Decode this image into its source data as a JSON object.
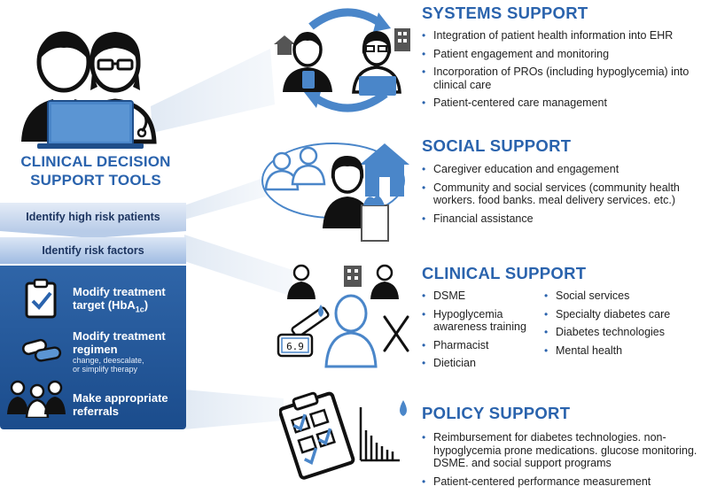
{
  "left": {
    "title_line1": "CLINICAL DECISION",
    "title_line2": "SUPPORT TOOLS",
    "band1": "Identify high risk patients",
    "band2": "Identify risk factors",
    "tools": [
      {
        "label_line1": "Modify treatment",
        "label_line2": "target (HbA",
        "label_sub": "1c",
        "label_end": ")",
        "icon": "clipboard-check-icon"
      },
      {
        "label_line1": "Modify treatment",
        "label_line2": "regimen",
        "note_line1": "change, deescalate,",
        "note_line2": "or simplify therapy",
        "icon": "pills-icon"
      },
      {
        "label_line1": "Make appropriate",
        "label_line2": "referrals",
        "icon": "care-team-icon"
      }
    ]
  },
  "sections": {
    "systems": {
      "title": "SYSTEMS SUPPORT",
      "items": [
        "Integration of patient health information into EHR",
        "Patient engagement and monitoring",
        "Incorporation of PROs (including hypoglycemia) into clinical care",
        "Patient-centered care management"
      ]
    },
    "social": {
      "title": "SOCIAL SUPPORT",
      "items": [
        "Caregiver education and engagement",
        "Community and social services (community health workers. food banks. meal delivery services. etc.)",
        "Financial assistance"
      ]
    },
    "clinical": {
      "title": "CLINICAL SUPPORT",
      "col1": [
        "DSME",
        "Hypoglycemia awareness training",
        "Pharmacist",
        "Dietician"
      ],
      "col2": [
        "Social services",
        "Specialty diabetes care",
        "Diabetes technologies",
        "Mental health"
      ],
      "glucose_reading": "6.9"
    },
    "policy": {
      "title": "POLICY SUPPORT",
      "items": [
        "Reimbursement for diabetes technologies. non-hypoglycemia prone medications. glucose monitoring. DSME. and social support programs",
        "Patient-centered performance measurement"
      ]
    }
  },
  "colors": {
    "accent": "#2a63ad",
    "dark": "#222222",
    "band_light": "#c9d9ef",
    "panel": "#235696",
    "beam": "#e1e9f4"
  }
}
